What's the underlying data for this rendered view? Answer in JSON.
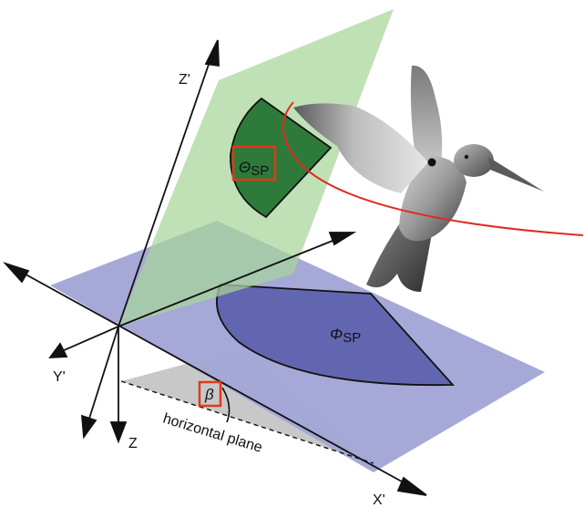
{
  "labels": {
    "axis_z_prime": "Z'",
    "axis_y_prime": "Y'",
    "axis_z": "Z",
    "axis_x_prime": "X'",
    "theta_symbol": "Θ",
    "theta_subscript": "SP",
    "phi_symbol": "Φ",
    "phi_subscript": "SP",
    "beta_symbol": "β",
    "horizontal_plane": "horizontal plane"
  },
  "colors": {
    "vertical_plane": "#a8d69a",
    "tilted_plane": "#a3a6d6",
    "horizontal_plane": "#c8c8c8",
    "theta_sector": "#2e7a3a",
    "phi_sector": "#6266b0",
    "trajectory": "#e02b20",
    "highlight_box": "#e03a1a",
    "axes": "#111111"
  },
  "figure": {
    "subject": "hummingbird-illustration",
    "highlighted_angles": [
      "theta-sp",
      "beta"
    ]
  }
}
